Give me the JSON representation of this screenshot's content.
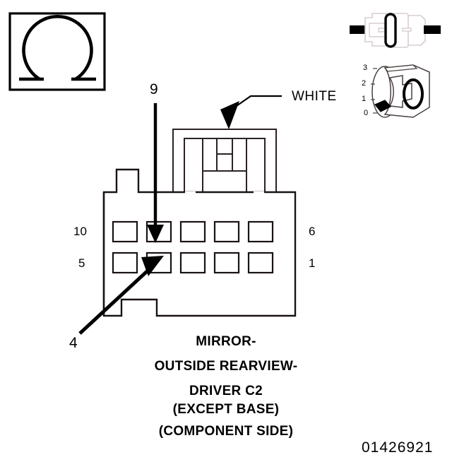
{
  "diagram": {
    "part_id": "01426921",
    "caption": [
      "MIRROR-",
      "OUTSIDE REARVIEW-",
      "DRIVER C2",
      "(EXCEPT BASE)",
      "(COMPONENT SIDE)"
    ],
    "connector": {
      "wire_color_label": "WHITE",
      "pin_rows": [
        {
          "row": "top",
          "left_label": "10",
          "right_label": "6",
          "pin_count": 5
        },
        {
          "row": "bottom",
          "left_label": "5",
          "right_label": "1",
          "pin_count": 5
        }
      ],
      "callouts": [
        {
          "label": "9",
          "target_row": "top",
          "target_index": 1,
          "arrow": "vertical-down"
        },
        {
          "label": "4",
          "target_row": "bottom",
          "target_index": 1,
          "arrow": "diagonal-up-right"
        }
      ]
    },
    "symbols": {
      "omega_box": {
        "glyph": "Ω",
        "name": "omega-resistance-symbol"
      },
      "connector_pair_icon": {
        "name": "connector-pair-icon"
      },
      "keying_icon": {
        "name": "connector-keying-icon",
        "scale_labels": [
          "3",
          "2",
          "1",
          "0"
        ],
        "key_value": "0"
      }
    }
  },
  "colors": {
    "ink": "#000000",
    "paper": "#ffffff",
    "light_outline": "#d8cdcd",
    "mid_outline": "#3b3030"
  }
}
